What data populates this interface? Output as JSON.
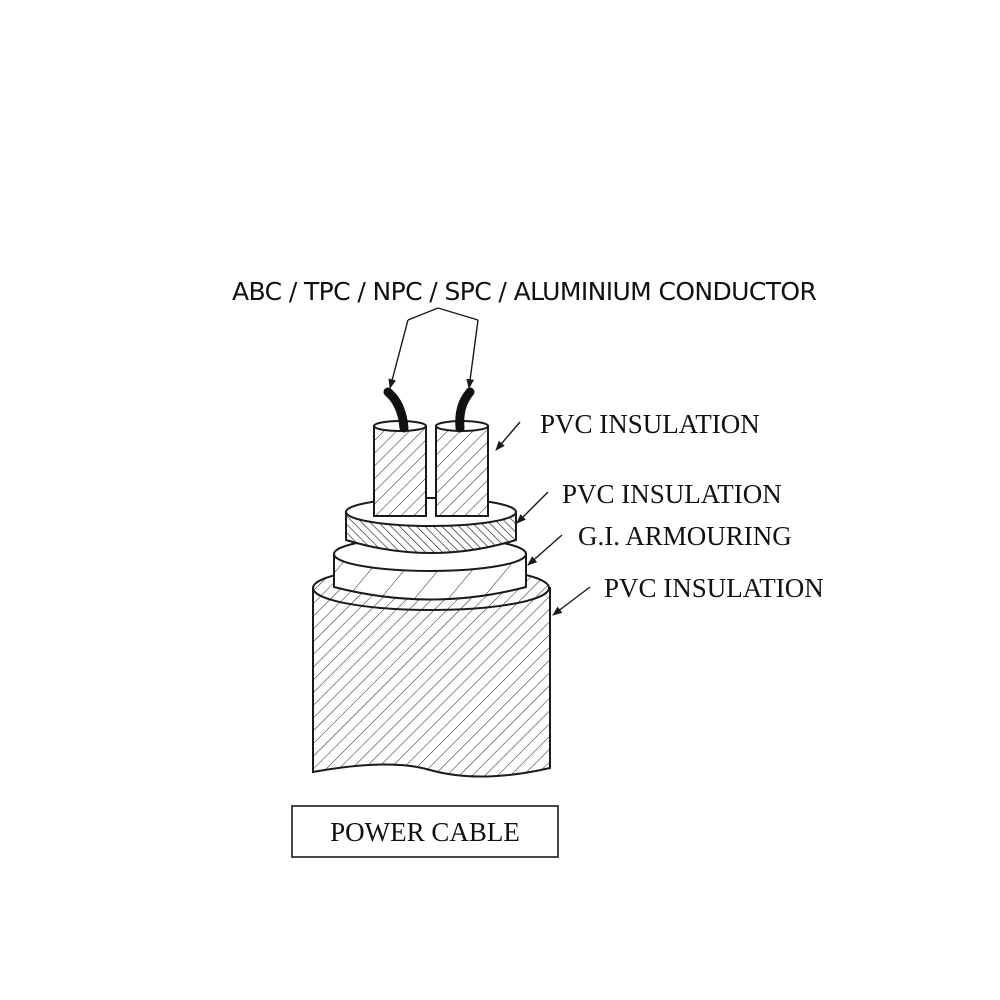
{
  "diagram": {
    "conductor_label": "ABC / TPC / NPC / SPC / ALUMINIUM CONDUCTOR",
    "labels": [
      "PVC INSULATION",
      "PVC INSULATION",
      "G.I. ARMOURING",
      "PVC INSULATION"
    ],
    "title": "POWER CABLE",
    "colors": {
      "ink": "#1a1a1a",
      "background": "#ffffff"
    }
  }
}
